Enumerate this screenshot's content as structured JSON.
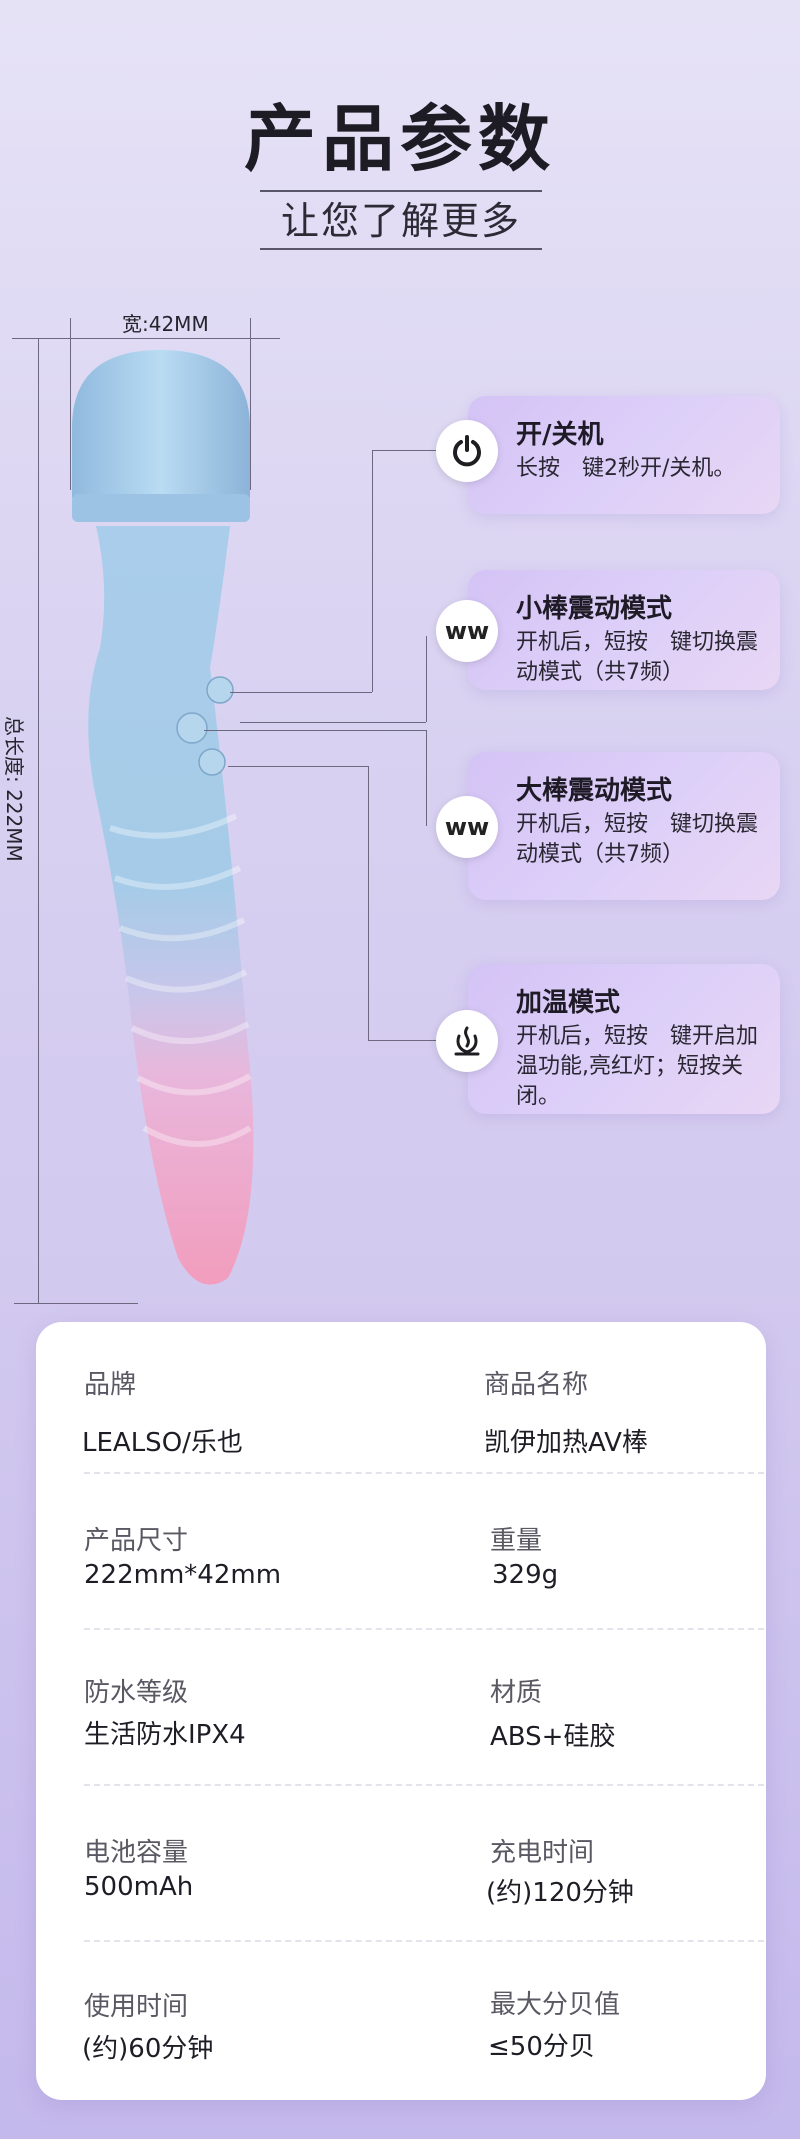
{
  "header": {
    "title": "产品参数",
    "subtitle": "让您了解更多"
  },
  "dimensions": {
    "width_label": "宽:42MM",
    "length_label": "总长度: 222MM"
  },
  "features": [
    {
      "icon": "power-icon",
      "title": "开/关机",
      "desc": "长按　键2秒开/关机。"
    },
    {
      "icon": "vibration-icon",
      "glyph": "ᴡᴡ",
      "title": "小棒震动模式",
      "desc": "开机后，短按　键切换震动模式（共7频）"
    },
    {
      "icon": "vibration-icon",
      "glyph": "ᴡᴡ",
      "title": "大棒震动模式",
      "desc": "开机后，短按　键切换震动模式（共7频）"
    },
    {
      "icon": "heat-icon",
      "title": "加温模式",
      "desc": "开机后，短按　键开启加温功能,亮红灯；短按关闭。"
    }
  ],
  "specs": [
    {
      "left_label": "品牌",
      "left_value": "LEALSO/乐也",
      "right_label": "商品名称",
      "right_value": "凯伊加热AV棒"
    },
    {
      "left_label": "产品尺寸",
      "left_value": "222mm*42mm",
      "right_label": "重量",
      "right_value": "329g"
    },
    {
      "left_label": "防水等级",
      "left_value": "生活防水IPX4",
      "right_label": "材质",
      "right_value": "ABS+硅胶"
    },
    {
      "left_label": "电池容量",
      "left_value": "500mAh",
      "right_label": "充电时间",
      "right_value": "(约)120分钟"
    },
    {
      "left_label": "使用时间",
      "left_value": "(约)60分钟",
      "right_label": "最大分贝值",
      "right_value": "≤50分贝"
    }
  ]
}
